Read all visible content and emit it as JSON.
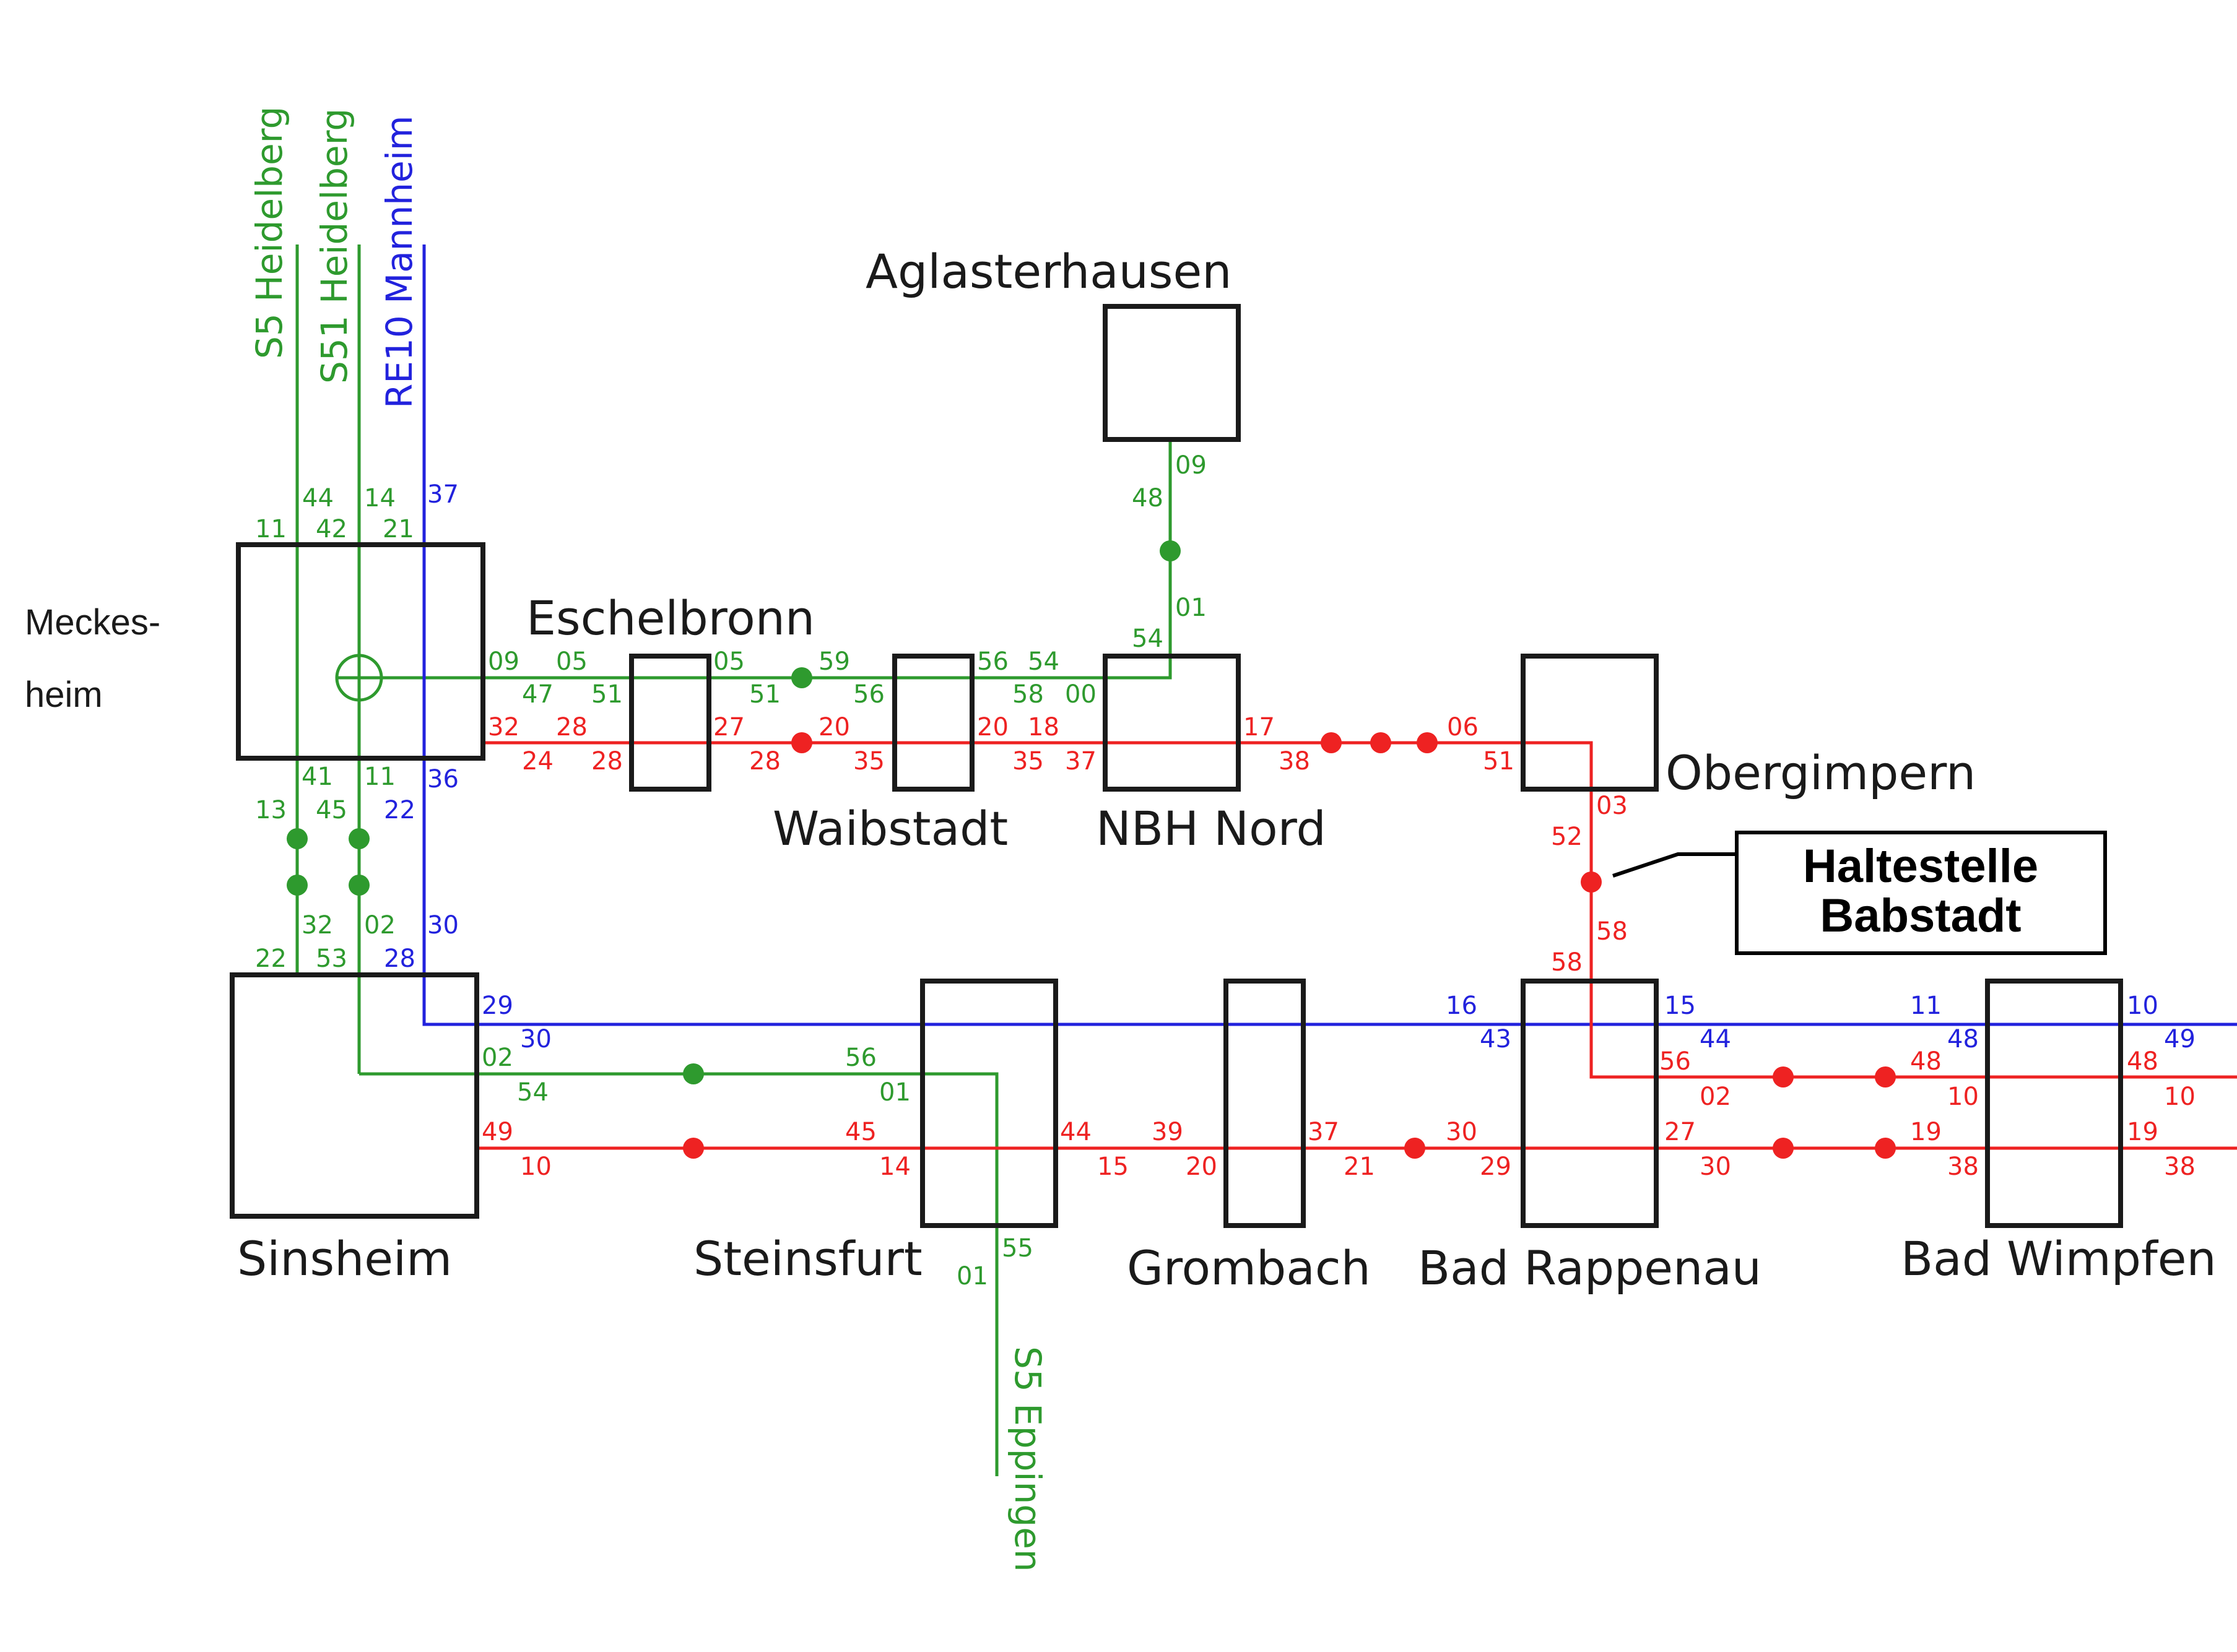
{
  "colors": {
    "green": "#2e9a2e",
    "red": "#ee2222",
    "blue": "#2222dd",
    "black": "#1a1a1a"
  },
  "lines": [
    {
      "label": "S5 Heidelberg",
      "color": "green"
    },
    {
      "label": "S51 Heidelberg",
      "color": "green"
    },
    {
      "label": "RE10 Mannheim",
      "color": "blue"
    },
    {
      "label": "S5 Eppingen",
      "color": "green"
    }
  ],
  "stations": {
    "meckesheim": {
      "label_line1": "Meckes-",
      "label_line2": "heim"
    },
    "eschelbronn": "Eschelbronn",
    "waibstadt": "Waibstadt",
    "nbh_nord": "NBH Nord",
    "aglasterhausen": "Aglasterhausen",
    "obergimpern": "Obergimpern",
    "sinsheim": "Sinsheim",
    "steinsfurt": "Steinsfurt",
    "grombach": "Grombach",
    "bad_rappenau": "Bad Rappenau",
    "bad_wimpfen": "Bad Wimpfen"
  },
  "callout": {
    "line1": "Haltestelle",
    "line2": "Babstadt"
  },
  "minutes": {
    "m1": "11",
    "m2": "44",
    "m3": "42",
    "m4": "14",
    "m5": "21",
    "m6": "37",
    "m7": "09",
    "m8": "05",
    "m9": "47",
    "m10": "51",
    "m11": "32",
    "m12": "28",
    "m13": "24",
    "m14": "28",
    "m15": "41",
    "m16": "11",
    "m17": "36",
    "m18": "13",
    "m19": "45",
    "m20": "22",
    "m21": "32",
    "m22": "02",
    "m23": "30",
    "m24": "22",
    "m25": "53",
    "m26": "28",
    "m27": "05",
    "m28": "51",
    "m29": "27",
    "m30": "28",
    "m31": "59",
    "m32": "56",
    "m33": "20",
    "m34": "35",
    "m35": "56",
    "m36": "54",
    "m37": "58",
    "m38": "00",
    "m39": "20",
    "m40": "18",
    "m41": "35",
    "m42": "37",
    "m43": "09",
    "m44": "48",
    "m45": "01",
    "m46": "54",
    "m47": "17",
    "m48": "38",
    "m49": "06",
    "m50": "51",
    "m51": "03",
    "m52": "52",
    "m53": "58",
    "m54": "58",
    "m55": "29",
    "m56": "30",
    "m57": "02",
    "m58": "54",
    "m59": "49",
    "m60": "10",
    "m61": "56",
    "m62": "01",
    "m63": "45",
    "m64": "14",
    "m65": "44",
    "m66": "15",
    "m67": "55",
    "m68": "01",
    "m69": "39",
    "m70": "20",
    "m71": "37",
    "m72": "21",
    "m73": "16",
    "m74": "43",
    "m75": "30",
    "m76": "29",
    "m77": "15",
    "m78": "44",
    "m79": "56",
    "m80": "02",
    "m81": "27",
    "m82": "30",
    "m83": "11",
    "m84": "48",
    "m85": "48",
    "m86": "10",
    "m87": "19",
    "m88": "38",
    "m89": "10",
    "m90": "49",
    "m91": "48",
    "m92": "10",
    "m93": "19",
    "m94": "38"
  }
}
